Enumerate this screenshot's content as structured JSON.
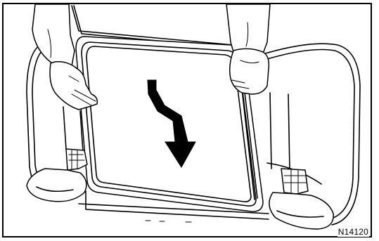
{
  "figure": {
    "code": "N14120",
    "colors": {
      "line": "#000000",
      "background": "#ffffff"
    },
    "depicts": [
      "hands-icon",
      "glass-panel",
      "down-arrow-icon",
      "shoes-icon",
      "vehicle-roof-frame"
    ]
  }
}
